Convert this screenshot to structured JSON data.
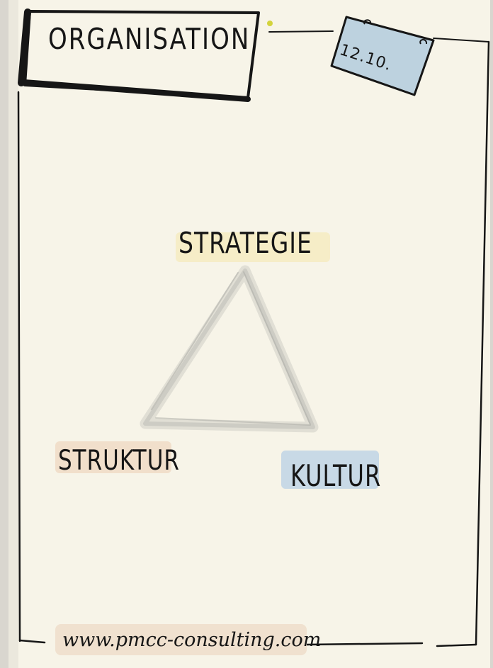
{
  "flipchart": {
    "title": "ORGANISATION",
    "date": "12.10.",
    "top_concept": "STRATEGIE",
    "left_concept": "STRUKTUR",
    "right_concept": "KULTUR",
    "footer_url": "www.pmcc-consulting.com"
  },
  "colors": {
    "paper": "#f7f4e8",
    "marker_black": "#161616",
    "date_card_blue": "#bdd2df",
    "strategy_highlight": "#f6edc7",
    "structure_highlight": "#f1dfcb",
    "culture_highlight": "#c8d9e6",
    "footer_highlight": "#f0e1cf",
    "triangle_gray": "#b5b5b0",
    "background_gray": "#d9d6cf",
    "dot_yellow": "#d3d33c"
  }
}
